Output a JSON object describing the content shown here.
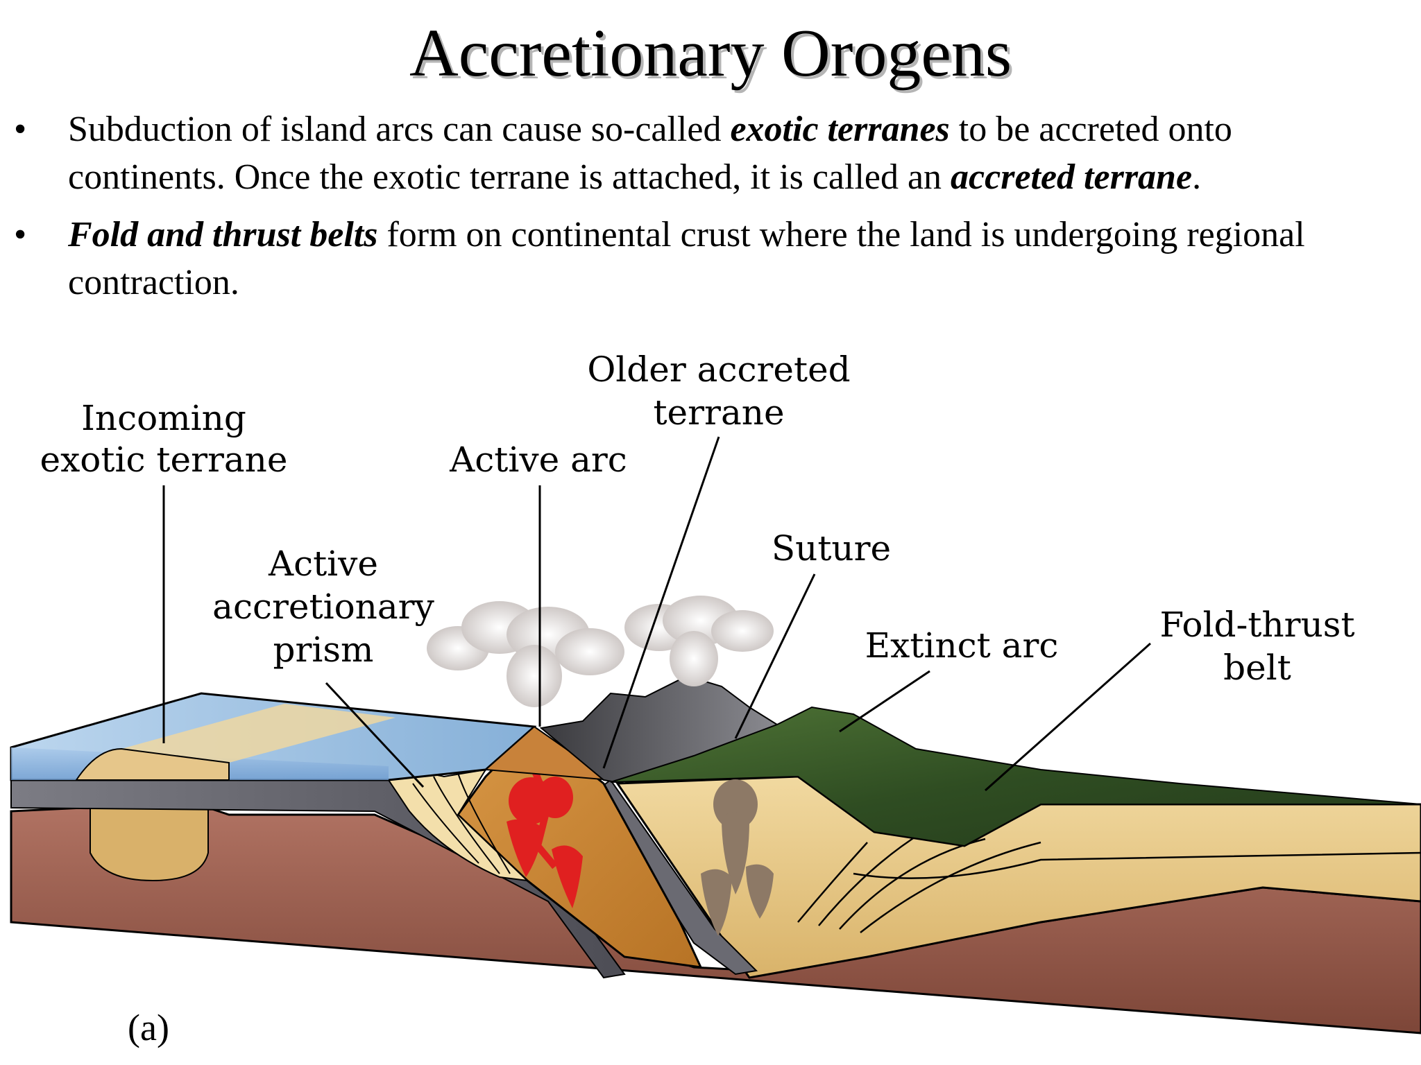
{
  "title": "Accretionary Orogens",
  "bullets": [
    {
      "t1": "Subduction of island arcs can cause so-called ",
      "em1": "exotic terranes",
      "t2": " to be accreted onto continents. Once the exotic terrane is attached, it is called an ",
      "em2": "accreted terrane",
      "t3": "."
    },
    {
      "em1": "Fold and thrust belts",
      "t1": " form on continental crust where the land is undergoing regional contraction."
    }
  ],
  "diagram": {
    "labels": {
      "incoming_1": "Incoming",
      "incoming_2": "exotic terrane",
      "prism_1": "Active",
      "prism_2": "accretionary",
      "prism_3": "prism",
      "active_arc": "Active arc",
      "older_1": "Older accreted",
      "older_2": "terrane",
      "suture": "Suture",
      "extinct_arc": "Extinct arc",
      "fold_1": "Fold-thrust",
      "fold_2": "belt"
    },
    "panel_label": "(a)"
  },
  "colors": {
    "ocean": "#9ec3e6",
    "mantle": "#9a5c4c",
    "crust": "#e4c27e",
    "magma": "#e02020",
    "vegetation": "#3a5a28"
  }
}
